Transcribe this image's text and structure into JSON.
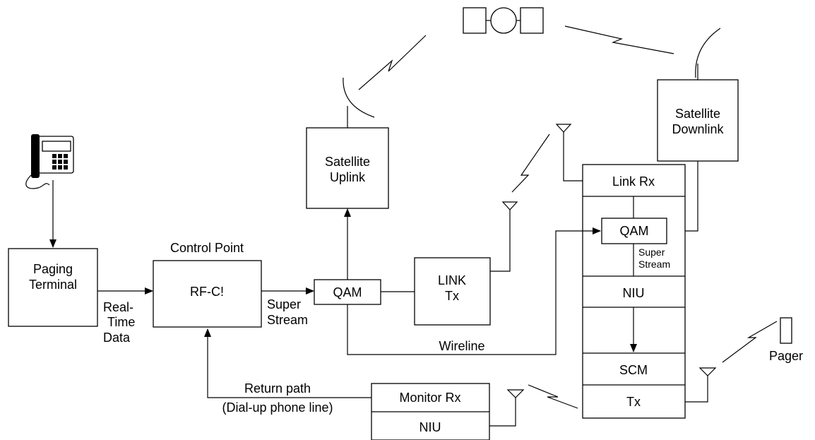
{
  "blocks": {
    "paging_terminal": [
      "Paging",
      "Terminal"
    ],
    "control_point_title": "Control Point",
    "rfc": "RF-C!",
    "qam_left": "QAM",
    "link_tx": [
      "LINK",
      "Tx"
    ],
    "sat_uplink": [
      "Satellite",
      "Uplink"
    ],
    "sat_downlink": [
      "Satellite",
      "Downlink"
    ],
    "link_rx": "Link Rx",
    "qam_right": "QAM",
    "niu_right": "NIU",
    "scm": "SCM",
    "tx": "Tx",
    "monitor_rx": "Monitor Rx",
    "niu_bottom": "NIU"
  },
  "labels": {
    "real_time_data": [
      "Real-",
      "Time",
      "Data"
    ],
    "super_stream_left": [
      "Super",
      "Stream"
    ],
    "super_stream_right": [
      "Super",
      "Stream"
    ],
    "wireline": "Wireline",
    "return_path": "Return path",
    "dialup": "(Dial-up phone line)",
    "pager": "Pager"
  },
  "icons": [
    "telephone-icon",
    "satellite-icon",
    "dish-antenna-icon",
    "antenna-icon",
    "pager-icon",
    "radio-link-icon"
  ]
}
